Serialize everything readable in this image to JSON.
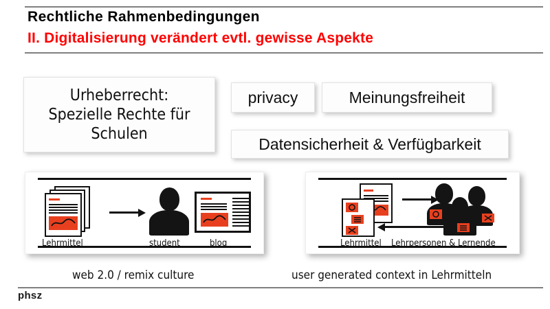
{
  "header": {
    "title_line1": "Rechtliche Rahmenbedingungen",
    "title_line2": "II. Digitalisierung verändert evtl. gewisse Aspekte",
    "title_color": "#FF0000",
    "rule_color": "#7f7f7f"
  },
  "concept_boxes": [
    {
      "id": "urheberrecht",
      "label": "Urheberrecht:\nSpezielle Rechte für\nSchulen"
    },
    {
      "id": "privacy",
      "label": "privacy"
    },
    {
      "id": "meinungsfreiheit",
      "label": "Meinungsfreiheit"
    },
    {
      "id": "datensicherheit",
      "label": "Datensicherheit & Verfügbarkeit"
    }
  ],
  "diagrams": {
    "left": {
      "caption": "web 2.0 / remix culture",
      "nodes": [
        {
          "id": "lehrmittel",
          "label": "Lehrmittel",
          "icon": "document-stack-icon"
        },
        {
          "id": "student",
          "label": "student",
          "icon": "person-icon"
        },
        {
          "id": "blog",
          "label": "blog",
          "icon": "blog-window-icon"
        }
      ],
      "flow": "Lehrmittel → student → blog"
    },
    "right": {
      "caption": "user generated context in Lehrmitteln",
      "nodes": [
        {
          "id": "lehrmittel",
          "label": "Lehrmittel",
          "icon": "document-pair-icon"
        },
        {
          "id": "lehrpersonen",
          "label": "Lehrpersonen & Lernende",
          "icon": "people-group-icon"
        }
      ],
      "flow": "Lehrmittel ⇄ Lehrpersonen & Lernende"
    }
  },
  "footer": {
    "logo_text": "phsz"
  },
  "colors": {
    "accent_red": "#E8401F",
    "title_red": "#FF0000",
    "ink": "#111111",
    "rule": "#7f7f7f"
  }
}
